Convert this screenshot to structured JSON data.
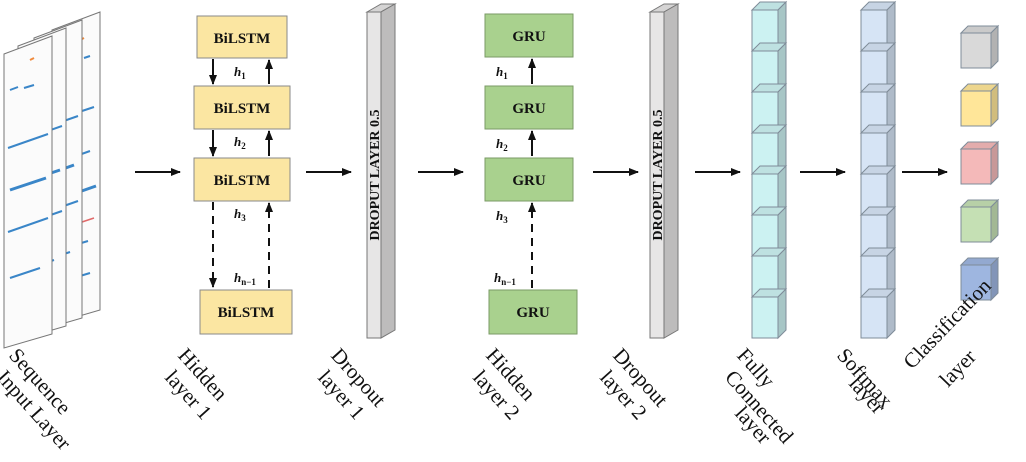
{
  "hidden1": {
    "blocks": [
      "BiLSTM",
      "BiLSTM",
      "BiLSTM",
      "BiLSTM"
    ],
    "states": [
      {
        "base": "h",
        "sub": "1"
      },
      {
        "base": "h",
        "sub": "2"
      },
      {
        "base": "h",
        "sub": "3"
      },
      {
        "base": "h",
        "sub": "n−1"
      }
    ]
  },
  "hidden2": {
    "blocks": [
      "GRU",
      "GRU",
      "GRU",
      "GRU"
    ],
    "states": [
      {
        "base": "h",
        "sub": "1"
      },
      {
        "base": "h",
        "sub": "2"
      },
      {
        "base": "h",
        "sub": "3"
      },
      {
        "base": "h",
        "sub": "n−1"
      }
    ]
  },
  "dropout_text": [
    "DROPUT LAYER 0.5",
    "DROPUT LAYER 0.5"
  ],
  "captions": {
    "sequence_input": [
      "Sequence",
      "Input Layer"
    ],
    "hidden1": [
      "Hidden",
      "layer 1"
    ],
    "dropout1": [
      "Dropout",
      "layer 1"
    ],
    "hidden2": [
      "Hidden",
      "layer 2"
    ],
    "dropout2": [
      "Dropout",
      "layer 2"
    ],
    "fully_connected": [
      "Fully",
      "Connected",
      "layer"
    ],
    "softmax": [
      "Softmax",
      "layer"
    ],
    "classification": [
      "Classification",
      "layer"
    ]
  },
  "colors": {
    "bilstm_fill": "#fbe6a2",
    "gru_fill": "#a9d18e",
    "dropout_fill": "#e7e6e6",
    "fc_fill": "#ccf2f2",
    "softmax_fill": "#d6e4f5",
    "class_cubes": [
      "#d9d9d9",
      "#ffe699",
      "#f4b9b9",
      "#c5e0b4",
      "#9eb6e0"
    ]
  }
}
